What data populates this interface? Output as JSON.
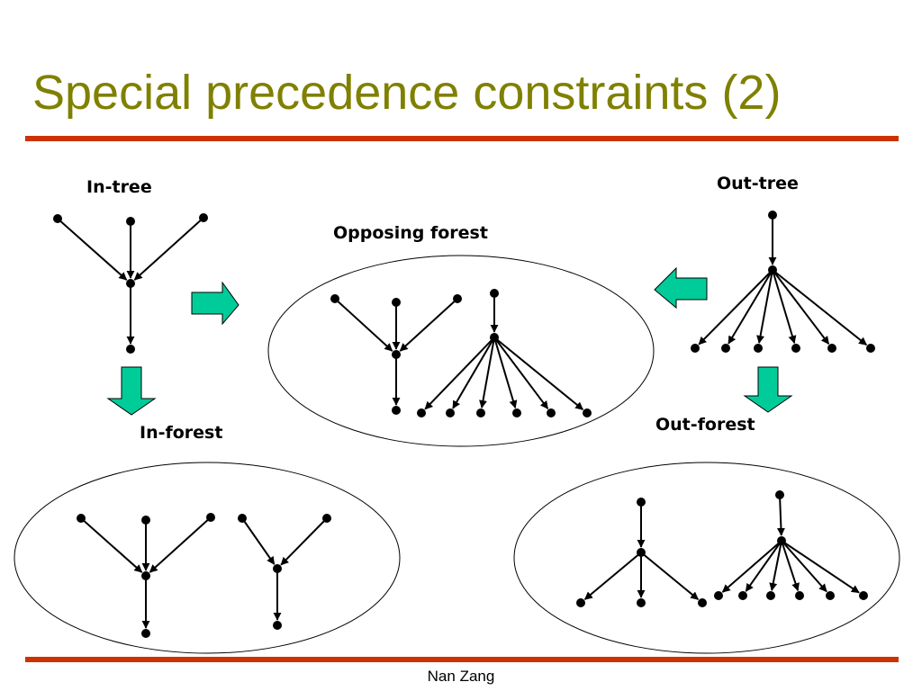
{
  "slide": {
    "title": "Special precedence constraints (2)",
    "footer": "Nan Zang",
    "accent_color": "#808000",
    "rule_color": "#cc3300",
    "arrow_fill": "#00cc99"
  },
  "diagram": {
    "labels": {
      "in_tree": "In-tree",
      "out_tree": "Out-tree",
      "opposing_forest": "Opposing forest",
      "in_forest": "In-forest",
      "out_forest": "Out-forest"
    }
  }
}
